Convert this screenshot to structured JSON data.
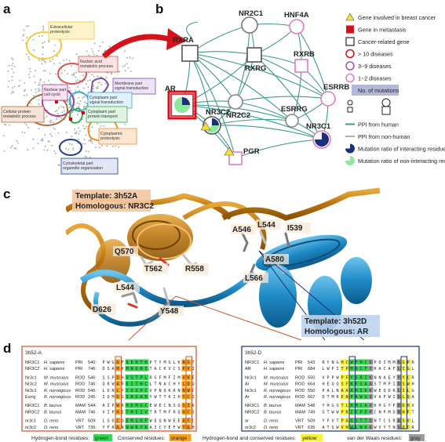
{
  "panel_labels": [
    "a",
    "b",
    "c",
    "d"
  ],
  "panel_a": {
    "clusters": [
      {
        "label": "Extracellular proteolysis",
        "color": "#f5c842",
        "box_bg": "#fdf3c8"
      },
      {
        "label": "Nucleic acid metabolic process",
        "color": "#d9534f",
        "box_bg": "#fbe3e1"
      },
      {
        "label": "Membrane part signal transduction",
        "color": "#7b4bb2",
        "box_bg": "#ece4f6"
      },
      {
        "label": "Nuclear part cell cycle",
        "color": "#b0388c",
        "box_bg": "#f6e2f0"
      },
      {
        "label": "Cytoplasm part signal transduction",
        "color": "#3aa5d6",
        "box_bg": "#e0f2fb"
      },
      {
        "label": "Cellular protein metabolic process",
        "color": "#b36b3a",
        "box_bg": "#f4e3d6"
      },
      {
        "label": "Cytoplasm part protein transport",
        "color": "#38a84a",
        "box_bg": "#e0f4e3"
      },
      {
        "label": "Cytoplasmic proteolysis",
        "color": "#f08a2e",
        "box_bg": "#fde6d2"
      },
      {
        "label": "Cytoskeletal part organelle organization",
        "color": "#233b8f",
        "box_bg": "#e2e7f6"
      }
    ]
  },
  "panel_b": {
    "nodes": [
      {
        "id": "NR2C1",
        "shape": "circle"
      },
      {
        "id": "HNF4A",
        "shape": "circle"
      },
      {
        "id": "RXRA",
        "shape": "square"
      },
      {
        "id": "RXRG",
        "shape": "square"
      },
      {
        "id": "RXRB",
        "shape": "square"
      },
      {
        "id": "AR",
        "shape": "square"
      },
      {
        "id": "NR2C2",
        "shape": "circle"
      },
      {
        "id": "ESRRB",
        "shape": "circle"
      },
      {
        "id": "NR3C2",
        "shape": "circle"
      },
      {
        "id": "ESRRG",
        "shape": "circle"
      },
      {
        "id": "NR3C1",
        "shape": "circle"
      },
      {
        "id": "PGR",
        "shape": "square"
      }
    ],
    "legend": [
      {
        "icon": "yellow-triangle-icon",
        "label": "Gene involved in breast cancer"
      },
      {
        "icon": "red-square-icon",
        "label": "Gene in metastasis"
      },
      {
        "icon": "black-square-icon",
        "label": "Cancer-related gene"
      },
      {
        "icon": "red-circle-icon",
        "label": "> 10 diseases"
      },
      {
        "icon": "purple-circle-icon",
        "label": "3~9 diseases"
      },
      {
        "icon": "pink-circle-icon",
        "label": "1~2 diseases"
      },
      {
        "icon": "mutation-size-icon",
        "label": "No. of mutations"
      },
      {
        "icon": "teal-line-icon",
        "label": "PPI from human"
      },
      {
        "icon": "gray-line-icon",
        "label": "PPI from non-human"
      },
      {
        "icon": "navy-pie-icon",
        "label": "Mutation ratio of interacting residues"
      },
      {
        "icon": "green-pie-icon",
        "label": "Mutation ratio of  non-interacting residues"
      }
    ]
  },
  "panel_c": {
    "template_a": "Template: 3h52A",
    "homologous_a": "Homologous: NR3C2",
    "template_d": "Template: 3h52D",
    "homologous_d": "Homologous: AR",
    "residues": [
      "A546",
      "L544",
      "I539",
      "Q570",
      "T562",
      "R558",
      "A580",
      "L566",
      "L544",
      "D626",
      "Y548"
    ]
  },
  "panel_d": {
    "left": {
      "header": "3h52-A",
      "rows": [
        {
          "gene": "NR3C1",
          "species": "H. sapiens",
          "group": "PRI",
          "pos": "540:"
        },
        {
          "gene": "NR3C2",
          "species": "H. sapiens",
          "group": "PRI",
          "pos": "746:"
        },
        {
          "gene": "Nr3c1",
          "species": "M. musculus",
          "group": "ROD",
          "pos": "546:"
        },
        {
          "gene": "Nr3c2",
          "species": "M. musculus",
          "group": "ROD",
          "pos": "746:"
        },
        {
          "gene": "Nr3c1",
          "species": "R. norvegicus",
          "group": "ROD",
          "pos": "546:"
        },
        {
          "gene": "Esrrg",
          "species": "R. norvegicus",
          "group": "ROD",
          "pos": "245:"
        },
        {
          "gene": "NR3C1",
          "species": "B. taurus",
          "group": "MAM",
          "pos": "544:"
        },
        {
          "gene": "NR3C2",
          "species": "B. taurus",
          "group": "MAM",
          "pos": "746:"
        },
        {
          "gene": "nr3c1",
          "species": "D. rerio",
          "group": "VRT",
          "pos": "509:"
        },
        {
          "gene": "nr3c2",
          "species": "D. rerio",
          "group": "VRT",
          "pos": "736:"
        }
      ]
    },
    "right": {
      "header": "3h52-D",
      "rows": [
        {
          "gene": "NR3C1",
          "species": "H. sapiens",
          "group": "PRI",
          "pos": "543"
        },
        {
          "gene": "AR",
          "species": "H. sapiens",
          "group": "PRI",
          "pos": "684"
        },
        {
          "gene": "Nr3c1",
          "species": "M. musculus",
          "group": "ROD",
          "pos": "550"
        },
        {
          "gene": "Ar",
          "species": "M. musculus",
          "group": "ROD",
          "pos": "664"
        },
        {
          "gene": "Nr3c1",
          "species": "R. norvegicus",
          "group": "ROD",
          "pos": "550"
        },
        {
          "gene": "Ar",
          "species": "R. norvegicus",
          "group": "ROD",
          "pos": "667"
        },
        {
          "gene": "NR3C1",
          "species": "B. taurus",
          "group": "MAM",
          "pos": "548"
        },
        {
          "gene": "NR3C2",
          "species": "B. taurus",
          "group": "MAM",
          "pos": "749"
        },
        {
          "gene": "ar",
          "species": "D. rerio",
          "group": "VRT",
          "pos": "509"
        },
        {
          "gene": "nr3c2",
          "species": "D. rerio",
          "group": "VRT",
          "pos": "635"
        }
      ]
    },
    "footer": [
      {
        "label": "Hydrogen-bond residues:",
        "tag": "green",
        "color": "#39d353"
      },
      {
        "label": "Conserved residues:",
        "tag": "orange",
        "color": "#f7a21b"
      },
      {
        "label": "Hydrogen-bond and conserved residues:",
        "tag": "yellow",
        "color": "#f8f23a"
      },
      {
        "label": "van der Waals residues:",
        "tag": "gray",
        "color": "#9a9a9a"
      }
    ]
  }
}
